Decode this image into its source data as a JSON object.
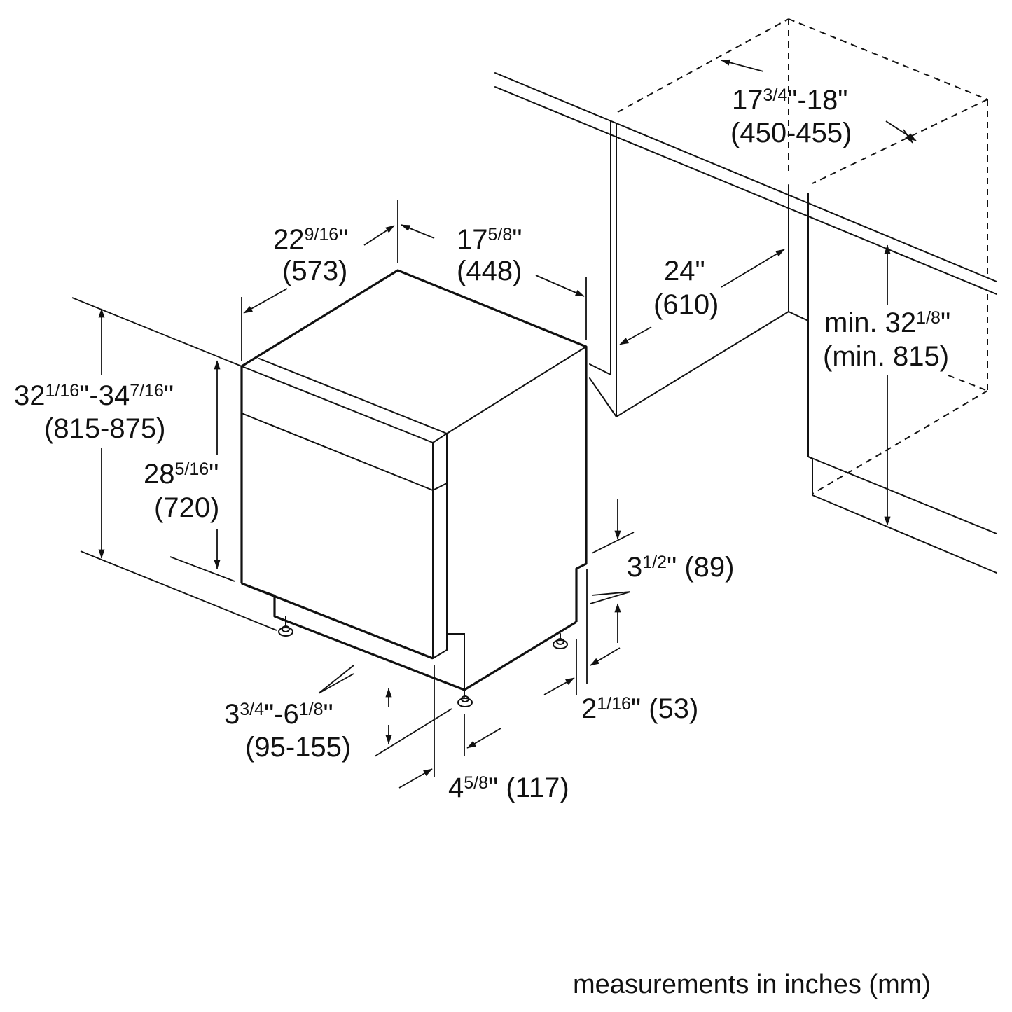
{
  "diagram": {
    "subject": "Dishwasher installation dimensions",
    "footer_note": "measurements in inches (mm)",
    "colors": {
      "line": "#111111",
      "background": "#ffffff"
    },
    "dimensions": {
      "opening_depth_top": {
        "whole": "17",
        "frac": "3/4",
        "suffix": "\"-18\"",
        "metric": "(450-455)"
      },
      "appliance_depth": {
        "whole": "22",
        "frac": "9/16",
        "suffix": "\"",
        "metric": "(573)"
      },
      "appliance_width": {
        "whole": "17",
        "frac": "5/8",
        "suffix": "\"",
        "metric": "(448)"
      },
      "cabinet_depth": {
        "text": "24\"",
        "metric": "(610)"
      },
      "min_height": {
        "prefix": "min. 32",
        "frac": "1/8",
        "suffix": "\"",
        "metric": "(min. 815)"
      },
      "overall_height": {
        "w1": "32",
        "f1": "1/16",
        "mid": "\"-34",
        "f2": "7/16",
        "suffix": "\"",
        "metric": "(815-875)"
      },
      "door_height": {
        "whole": "28",
        "frac": "5/16",
        "suffix": "\"",
        "metric": "(720)"
      },
      "toe_kick_height": {
        "whole": "3",
        "frac": "1/2",
        "suffix": "\" (89)"
      },
      "toe_kick_depth": {
        "whole": "2",
        "frac": "1/16",
        "suffix": "\" (53)"
      },
      "foot_height": {
        "w1": "3",
        "f1": "3/4",
        "mid": "\"-6",
        "f2": "1/8",
        "suffix": "\"",
        "metric": "(95-155)"
      },
      "foot_setback": {
        "whole": "4",
        "frac": "5/8",
        "suffix": "\" (117)"
      }
    }
  }
}
